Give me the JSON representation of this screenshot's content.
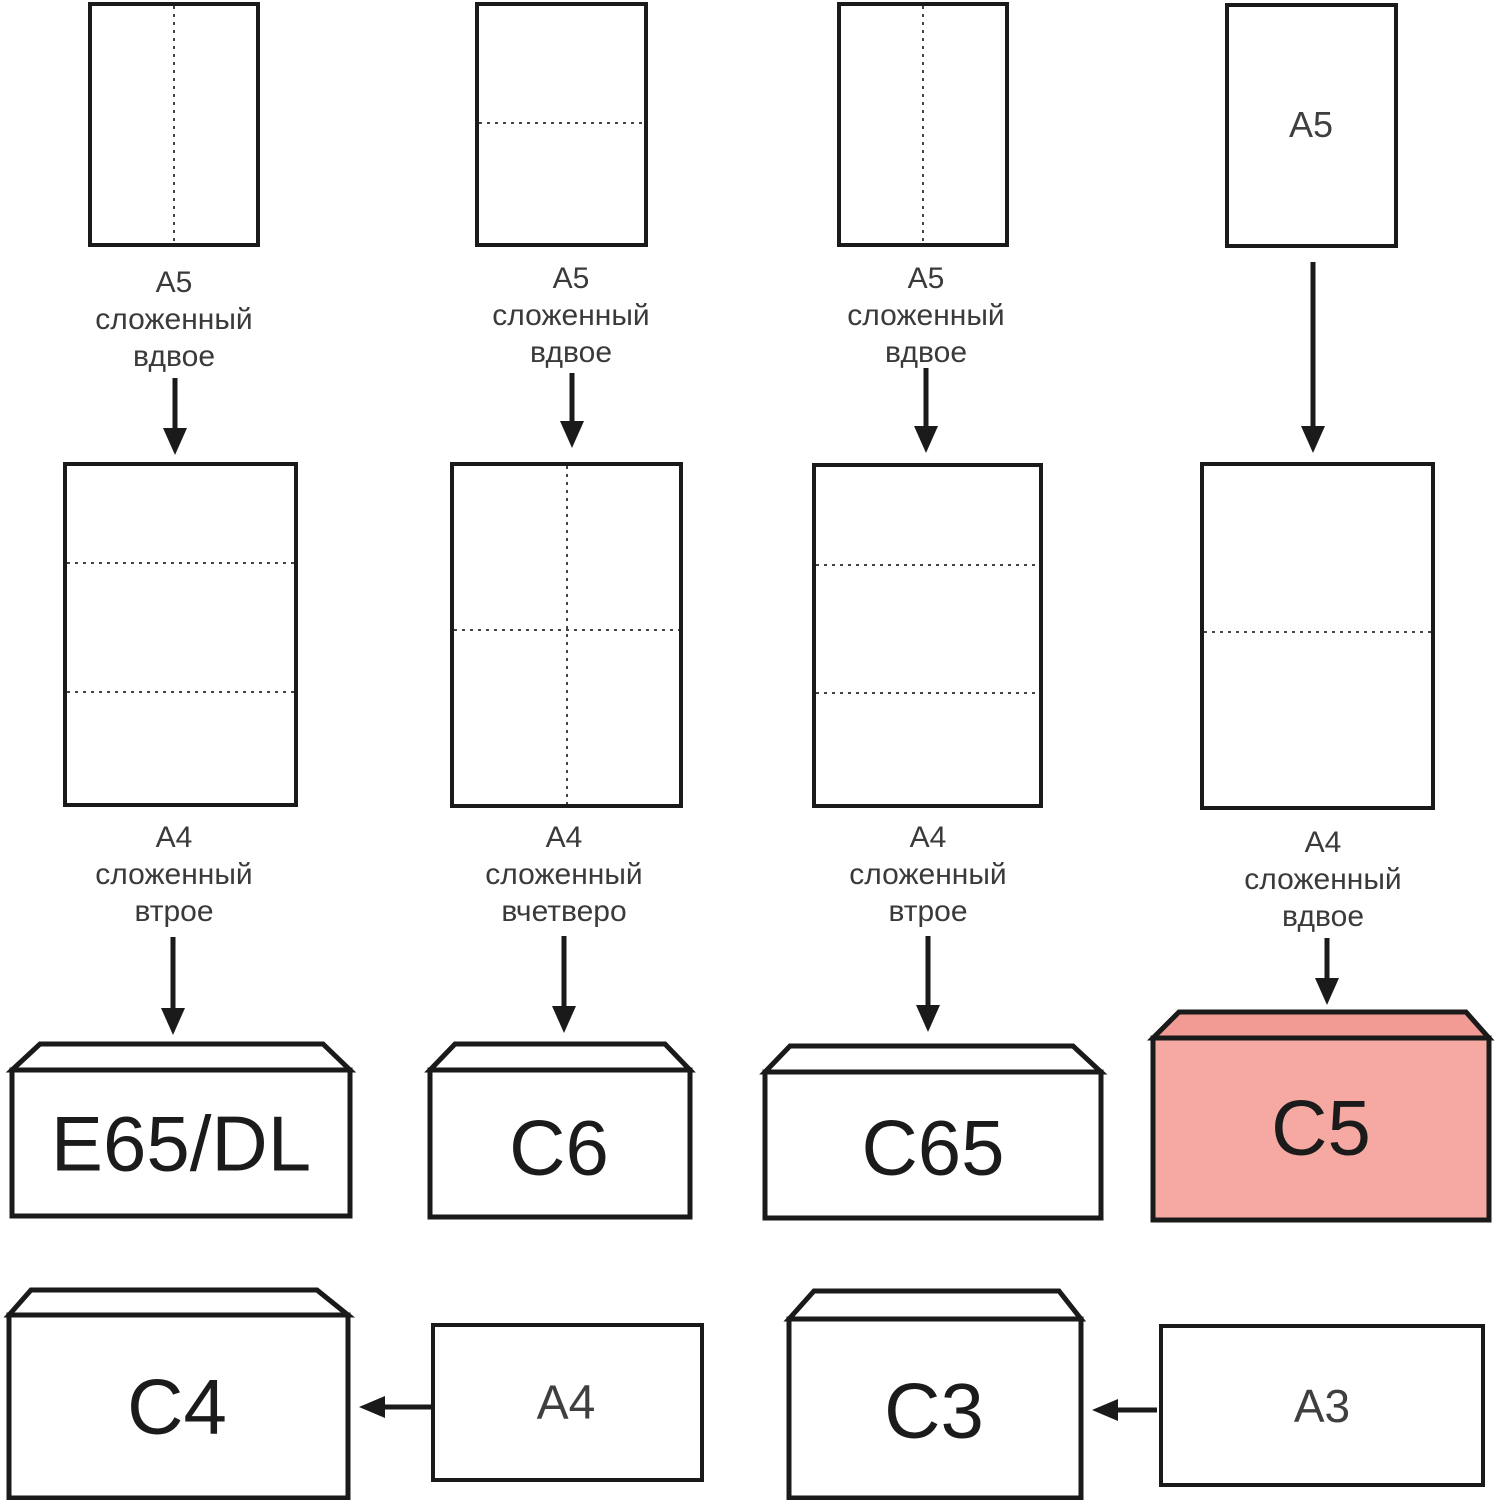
{
  "captions": {
    "col1_top": {
      "l1": "A5",
      "l2": "сложенный",
      "l3": "вдвое"
    },
    "col2_top": {
      "l1": "A5",
      "l2": "сложенный",
      "l3": "вдвое"
    },
    "col3_top": {
      "l1": "A5",
      "l2": "сложенный",
      "l3": "вдвое"
    },
    "col1_mid": {
      "l1": "A4",
      "l2": "сложенный",
      "l3": "втрое"
    },
    "col2_mid": {
      "l1": "A4",
      "l2": "сложенный",
      "l3": "вчетверо"
    },
    "col3_mid": {
      "l1": "A4",
      "l2": "сложенный",
      "l3": "втрое"
    },
    "col4_mid": {
      "l1": "A4",
      "l2": "сложенный",
      "l3": "вдвое"
    }
  },
  "sheet_labels": {
    "col4_top": "A5",
    "bottom_a4": "A4",
    "bottom_a3": "A3"
  },
  "envelopes": {
    "e65dl": "E65/DL",
    "c6": "C6",
    "c65": "C65",
    "c5": "C5",
    "c4": "C4",
    "c3": "C3"
  },
  "colors": {
    "line": "#1a1a1a",
    "fold": "#444444",
    "highlight_body": "#f6a9a2",
    "highlight_flap": "#f29a94"
  }
}
